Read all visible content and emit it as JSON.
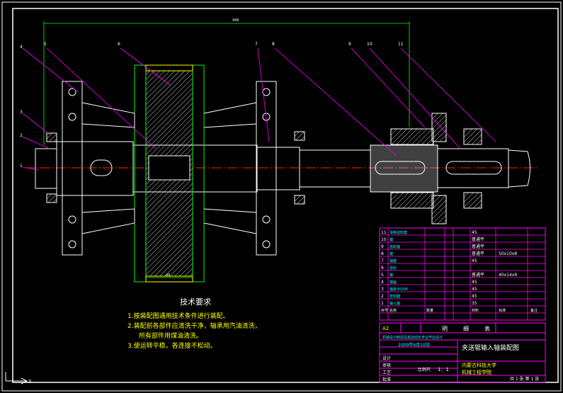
{
  "tech": {
    "title": "技术要求",
    "lines": [
      "1.按装配图通用技术条件进行装配。",
      "2.装配前各部件应清洗干净，轴承用汽油清洗，",
      "所有部件用煤油清洗。",
      "3.使运转平稳，各连接不松动。"
    ]
  },
  "balloons": [
    "4",
    "5",
    "6",
    "7",
    "8",
    "9",
    "10",
    "11",
    "3",
    "2",
    "1"
  ],
  "dims": {
    "overall": "496",
    "bottom": "49"
  },
  "bom": [
    {
      "no": "11",
      "name": "滑移齿轮套",
      "mat": "45",
      "note": ""
    },
    {
      "no": "10",
      "name": "键",
      "mat": "普通平",
      "note": ""
    },
    {
      "no": "9",
      "name": "齿轮轴",
      "mat": "普通平",
      "note": ""
    },
    {
      "no": "8",
      "name": "键",
      "mat": "普通平",
      "note": "50x10x8"
    },
    {
      "no": "7",
      "name": "轴套",
      "mat": "45",
      "note": ""
    },
    {
      "no": "6",
      "name": "齿轮",
      "mat": "",
      "note": ""
    },
    {
      "no": "5",
      "name": "键",
      "mat": "普通平",
      "note": "40x14x9"
    },
    {
      "no": "4",
      "name": "端盖",
      "mat": "45",
      "note": ""
    },
    {
      "no": "3",
      "name": "轴承30206",
      "mat": "45",
      "note": ""
    },
    {
      "no": "2",
      "name": "密封圈",
      "mat": "45",
      "note": ""
    },
    {
      "no": "1",
      "name": "输入轴",
      "mat": "35",
      "note": ""
    }
  ],
  "bom_header": {
    "no": "序号",
    "name": "名称",
    "qty": "数量",
    "mat": "材料",
    "std": "标准",
    "note": "备注"
  },
  "title_block": {
    "drawing_name": "夹送辊输入轴装配图",
    "paper": "A2",
    "list_label1": "明",
    "list_label2": "细",
    "list_label3": "表",
    "course": "机械设计制造及其自动化专业毕业设计",
    "date": "2009年6月10日",
    "school_line1": "内蒙古科技大学",
    "school_line2": "机械工程学院",
    "scale_label": "比例尺",
    "scale": "1：1",
    "sheet": "共 1 张 第 1 张",
    "row_labels": [
      "设计",
      "审核",
      "工艺",
      "批准"
    ]
  }
}
